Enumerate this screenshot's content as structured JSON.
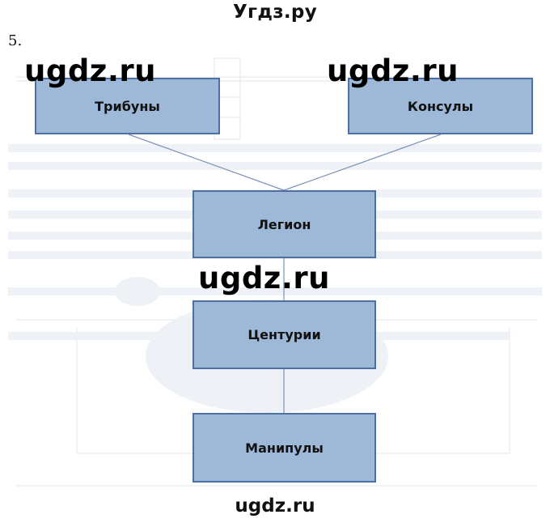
{
  "header": {
    "site_title": "Угдз.ру",
    "task_number": "5."
  },
  "diagram": {
    "nodes": {
      "tribunes": "Трибуны",
      "consuls": "Консулы",
      "legion": "Легион",
      "centuries": "Центурии",
      "maniples": "Манипулы"
    },
    "edges": [
      [
        "tribunes",
        "legion"
      ],
      [
        "consuls",
        "legion"
      ],
      [
        "legion",
        "centuries"
      ],
      [
        "centuries",
        "maniples"
      ]
    ]
  },
  "watermarks": {
    "items": [
      "ugdz.ru",
      "ugdz.ru",
      "ugdz.ru"
    ],
    "footer": "ugdz.ru"
  },
  "colors": {
    "node_fill": "#9eb8d8",
    "node_border": "#4f6fa3",
    "connector": "#7c93b4"
  }
}
